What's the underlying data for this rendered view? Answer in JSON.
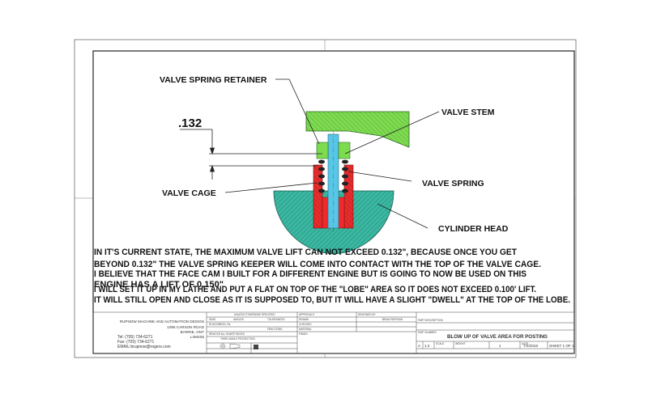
{
  "callouts": {
    "retainer": "VALVE SPRING RETAINER",
    "stem": "VALVE STEM",
    "dimension": ".132",
    "cage": "VALVE CAGE",
    "spring": "VALVE SPRING",
    "head": "CYLINDER HEAD"
  },
  "notes": [
    "IN IT'S CURRENT STATE, THE MAXIMUM VALVE LIFT CAN NOT EXCEED 0.132\", BECAUSE ONCE YOU GET",
    "BEYOND 0.132\" THE VALVE SPRING KEEPER WILL COME INTO CONTACT WITH THE TOP OF THE VALVE CAGE.",
    " I BELIEVE THAT THE FACE CAM I BUILT FOR A DIFFERENT ENGINE BUT IS GOING TO NOW BE USED ON THIS",
    "ENGINE HAS A LIFT OF 0.150\"",
    "I WILL SET IT UP IN MY LATHE AND PUT A FLAT ON TOP OF THE \"LOBE\" AREA SO IT DOES NOT EXCEED 0.100' LIFT.",
    "IT WILL STILL OPEN AND CLOSE AS IT IS SUPPOSED TO, BUT IT WILL HAVE A SLIGHT \"DWELL\"  AT THE TOP OF THE LOBE."
  ],
  "title_block": {
    "company": "RUPNOW MACHINE AND AUTOMATION DESIGN",
    "address1": "1095 CARSON ROAD",
    "address2": "BARRIE, ONT",
    "postal": "L4M4S5",
    "tel": "Tel: (705) 734-6271",
    "fax": "Fax: (705) 734-6271",
    "email": "EMAIL:brupnow@rogers.com",
    "drawing_title": "BLOW UP OF VALVE AREA FOR POSTING",
    "size": "A",
    "scale": "1:4",
    "rev": "1",
    "date": "7/2/2019",
    "sheet": "SHEET 1 OF 1",
    "tiny_general": "UNLESS OTHERWISE SPECIFIED",
    "tiny_dims": "DIMS",
    "tiny_angles": "ANGLES",
    "tiny_tolerance": "TOLERANCES",
    "tiny_roughness": "ROUGHNESS, Ra",
    "tiny_fractions": "FRACTIONS",
    "tiny_remove": "REMOVE ALL SHARP EDGES",
    "tiny_third_angle": "THIRD ANGLE PROJECTION",
    "tiny_approvals": "APPROVALS",
    "tiny_drawn": "DRAWN",
    "tiny_checked": "CHECKED",
    "tiny_material": "MATERIAL",
    "tiny_finish": "FINISH",
    "tiny_designed": "DESIGNED BY",
    "tiny_designer": "BRIAN RUPNOW",
    "tiny_part_desc": "PART DESCRIPTION",
    "tiny_part_number": "PART NUMBER",
    "tiny_scale": "SCALE",
    "tiny_weight": "WEIGHT",
    "tiny_date": "DATE"
  },
  "colors": {
    "valve_stem": "#58c6e6",
    "retainer": "#7ddc4e",
    "spring_cage": "#ee2a2a",
    "cylinder_head": "#3ab8a2",
    "spring_coils": "#222222"
  }
}
